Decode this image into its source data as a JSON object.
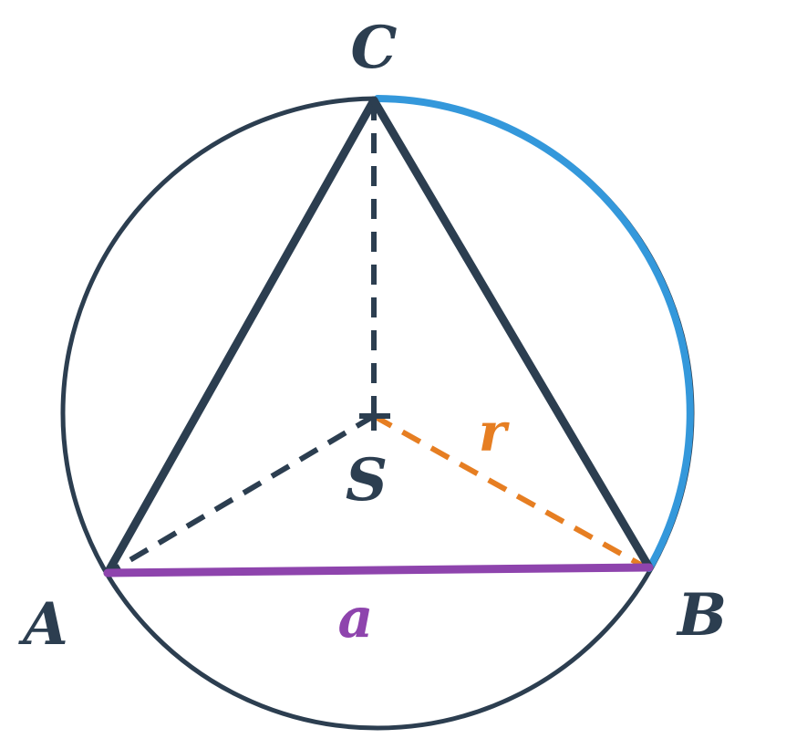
{
  "labels": {
    "vertex_a": "A",
    "vertex_b": "B",
    "vertex_c": "C",
    "center": "S",
    "radius": "r",
    "side": "a"
  },
  "colors": {
    "outline": "#2c3e50",
    "arc": "#3498db",
    "side": "#8e44ad",
    "radius": "#e67e22"
  }
}
